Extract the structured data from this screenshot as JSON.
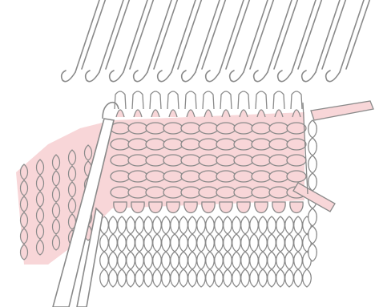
{
  "colors": {
    "background": "#ffffff",
    "outline": "#8a8a8a",
    "pink_yarn": "#f8d6d8",
    "white_knit": "#ffffff"
  },
  "illustration": {
    "subject": "knitting-machine-latch-tool-hem-pickup",
    "needle_count": 12,
    "pink_row_count": 5,
    "white_row_count": 4,
    "elements": [
      "machine-needles",
      "pink-knitted-fabric",
      "white-knitted-fabric",
      "latch-tool",
      "working-yarn"
    ]
  }
}
